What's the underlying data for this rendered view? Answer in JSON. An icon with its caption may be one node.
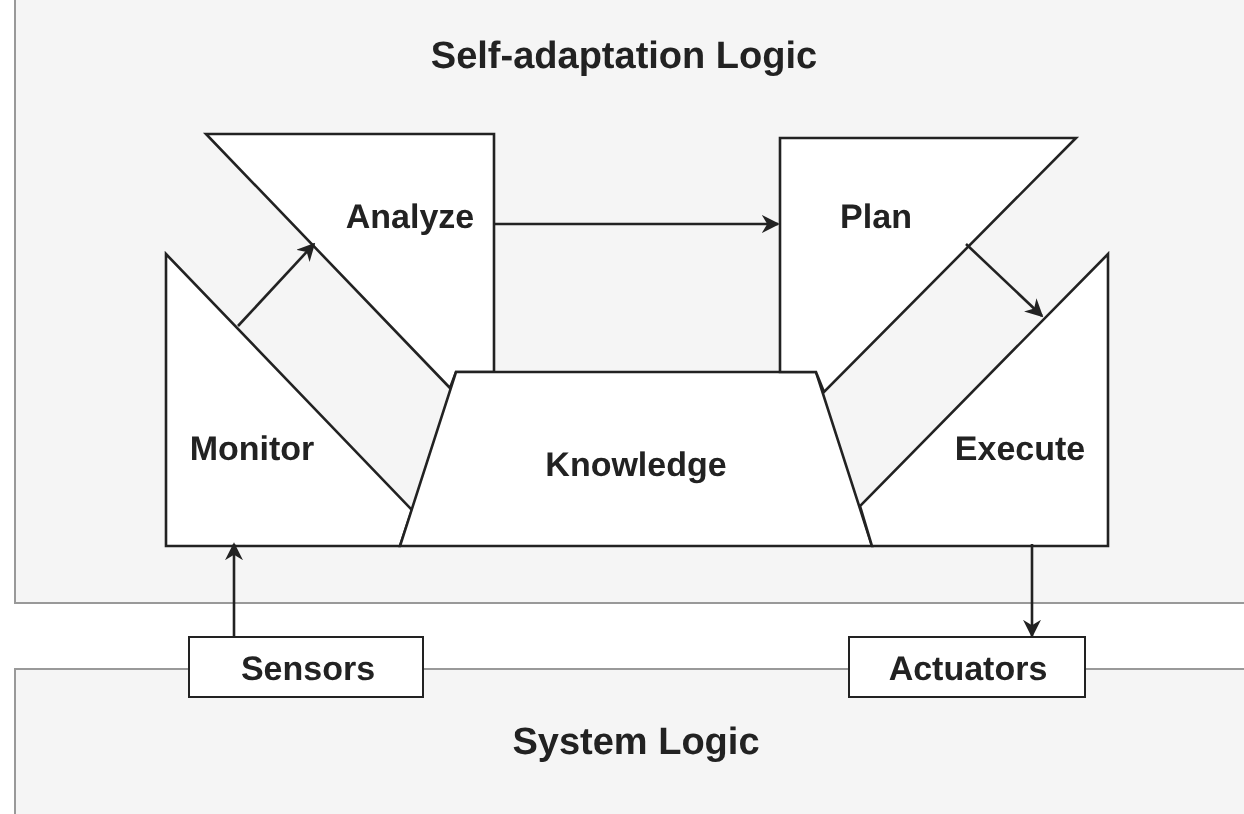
{
  "diagram": {
    "nodes": [
      {
        "text": [
          "Self-adaptation Logic"
        ]
      },
      {
        "text": [
          "Monitor"
        ],
        "in": 0
      },
      {
        "text": [
          "Analyze"
        ],
        "in": 0
      },
      {
        "text": [
          "Knowledge"
        ],
        "in": 0
      },
      {
        "text": [
          "Plan"
        ],
        "in": 0
      },
      {
        "text": [
          "Execute"
        ],
        "in": 0
      },
      {
        "text": [
          "Sensors"
        ]
      },
      {
        "text": [
          "Actuators"
        ]
      },
      {
        "text": [
          "System Logic"
        ]
      }
    ],
    "edges": [
      {
        "from": 1,
        "to": 2,
        "arrow": "to"
      },
      {
        "from": 2,
        "to": 4,
        "arrow": "to"
      },
      {
        "from": 4,
        "to": 5,
        "arrow": "to"
      },
      {
        "from": 6,
        "to": 1,
        "arrow": "to"
      },
      {
        "from": 5,
        "to": 7,
        "arrow": "to"
      }
    ]
  }
}
